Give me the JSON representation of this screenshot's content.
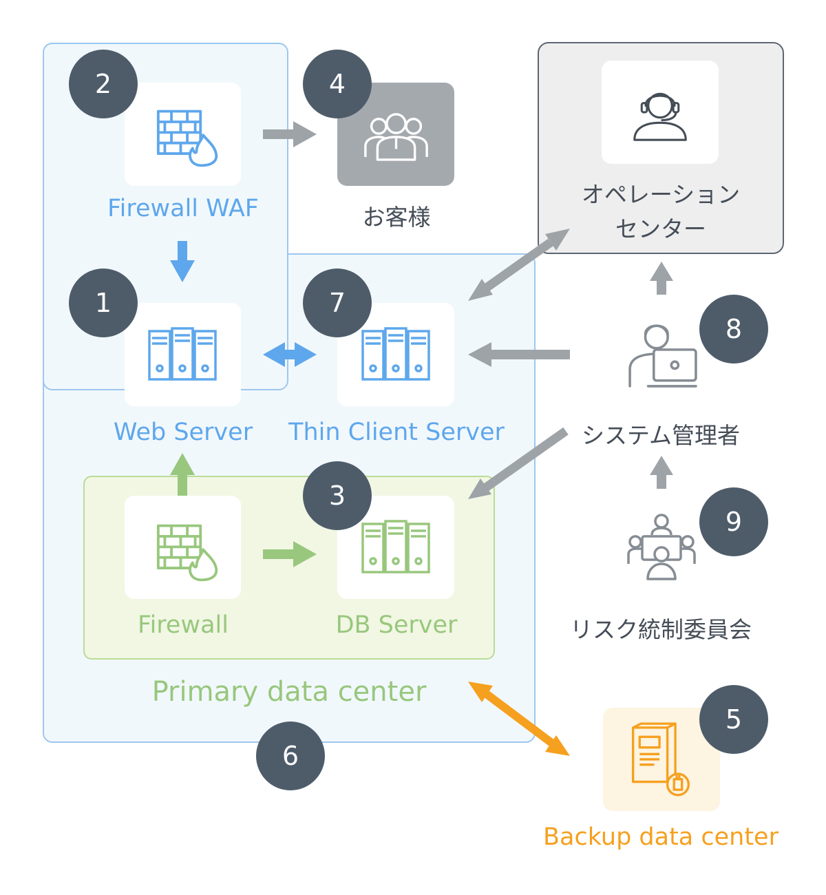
{
  "nodes": {
    "firewall_waf": {
      "label": "Firewall WAF",
      "badge": "2"
    },
    "customers": {
      "label": "お客様",
      "badge": "4"
    },
    "operation_center": {
      "label_line1": "オペレーション",
      "label_line2": "センター"
    },
    "web_server": {
      "label": "Web Server",
      "badge": "1"
    },
    "thin_client_server": {
      "label": "Thin Client Server",
      "badge": "7"
    },
    "system_admin": {
      "label": "システム管理者",
      "badge": "8"
    },
    "firewall": {
      "label": "Firewall"
    },
    "db_server": {
      "label": "DB Server",
      "badge": "3"
    },
    "risk_committee": {
      "label": "リスク統制委員会",
      "badge": "9"
    },
    "primary_dc": {
      "label": "Primary data center",
      "badge": "6"
    },
    "backup_dc": {
      "label": "Backup data center",
      "badge": "5"
    }
  },
  "icons": {
    "waf": "firewall-icon",
    "customers": "people-group-icon",
    "operator": "headset-operator-icon",
    "web": "server-rack-icon",
    "thin": "server-rack-icon",
    "admin": "admin-laptop-icon",
    "fw": "firewall-icon",
    "db": "server-rack-icon",
    "committee": "meeting-icon",
    "backup": "backup-server-icon"
  },
  "colors": {
    "blue": "#5ea7ec",
    "green": "#98c77d",
    "gray_arrow": "#9ea3a8",
    "orange": "#f6a01f",
    "badge": "#4e5c6a"
  }
}
